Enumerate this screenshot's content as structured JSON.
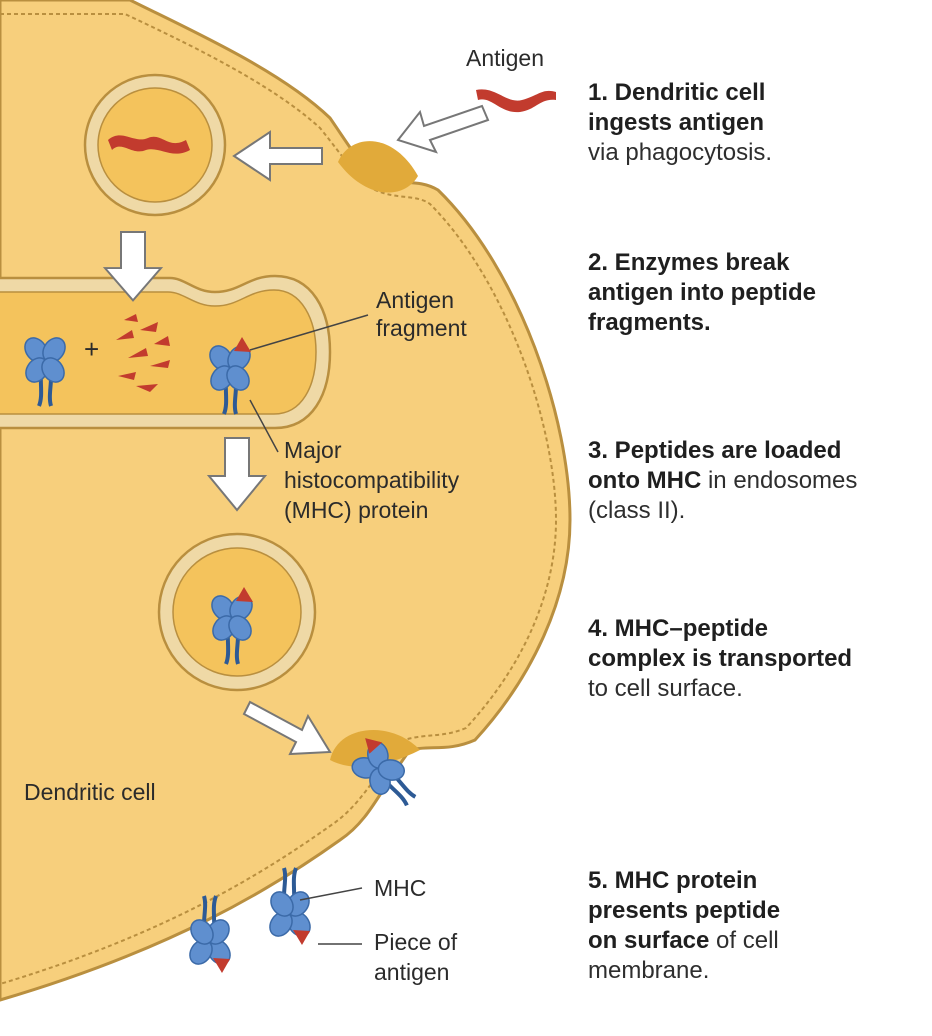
{
  "labels": {
    "antigen": "Antigen",
    "antigen_fragment_1": "Antigen",
    "antigen_fragment_2": "fragment",
    "mhc_1": "Major",
    "mhc_2": "histocompatibility",
    "mhc_3": "(MHC) protein",
    "dendritic_cell": "Dendritic cell",
    "mhc_short": "MHC",
    "piece_1": "Piece of",
    "piece_2": "antigen",
    "plus": "+"
  },
  "steps": [
    {
      "l1": "1. Dendritic cell",
      "l2": "ingests antigen",
      "l3": "via phagocytosis."
    },
    {
      "l1": "2. Enzymes break",
      "l2": "antigen into peptide",
      "l3": "fragments."
    },
    {
      "l1": "3. Peptides are loaded",
      "l2_bold": "onto MHC",
      "l2_rest": " in endosomes",
      "l3": "(class II)."
    },
    {
      "l1": "4. MHC–peptide",
      "l2": "complex is transported",
      "l3": "to cell surface."
    },
    {
      "l1": "5. MHC protein",
      "l2": "presents peptide",
      "l3_bold": "on surface",
      "l3_rest": " of cell",
      "l4": "membrane."
    }
  ],
  "colors": {
    "cytoplasm": "#f7cf7c",
    "membrane": "#efd9a6",
    "membrane_edge": "#b98f3f",
    "vesicle_lumen": "#f4c35c",
    "antigen": "#c23b2e",
    "mhc": "#5f8fcf",
    "mhc_dark": "#2d5a95",
    "arrow_fill": "#ffffff"
  }
}
